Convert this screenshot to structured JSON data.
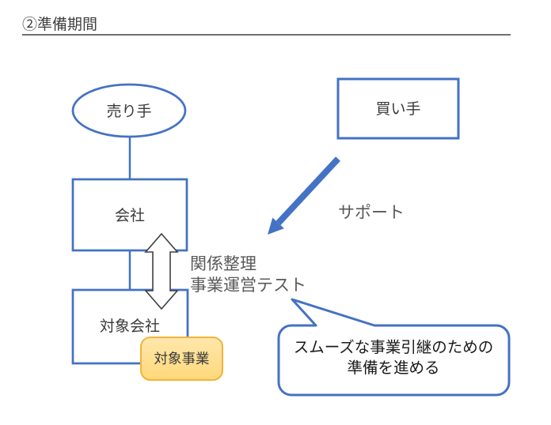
{
  "title": {
    "text": "②準備期間"
  },
  "nodes": {
    "seller": {
      "label": "売り手"
    },
    "buyer": {
      "label": "買い手"
    },
    "company": {
      "label": "会社"
    },
    "target_company": {
      "label": "対象会社"
    },
    "target_business": {
      "label": "対象事業"
    }
  },
  "annotations": {
    "relation_line1": "関係整理",
    "relation_line2": "事業運営テスト",
    "support_label": "サポート",
    "callout_line1": "スムーズな事業引継のための",
    "callout_line2": "準備を進める"
  },
  "colors": {
    "accent_blue": "#4472C4",
    "outline_dark": "#404040",
    "gray_text": "#595959",
    "title_text": "#404040",
    "label_text": "#3A3A3A",
    "callout_text": "#1A1A1A",
    "gold_border": "#F2B33C",
    "gold_fill_top": "#FFE7AC",
    "gold_fill_bottom": "#FFD87A"
  }
}
